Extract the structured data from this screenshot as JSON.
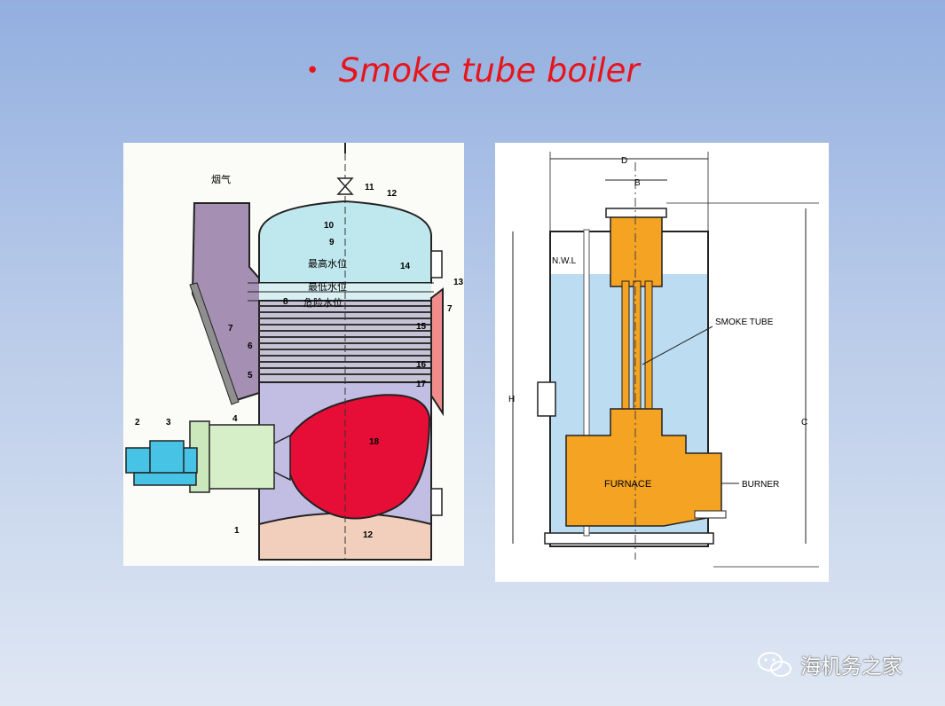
{
  "slide": {
    "bullet": "•",
    "title": "Smoke tube boiler"
  },
  "left_diagram": {
    "label_smoke": "烟气",
    "label_high_water": "最高水位",
    "label_low_water": "最低水位",
    "label_danger_water": "危险水位",
    "numbers": [
      "1",
      "2",
      "3",
      "4",
      "5",
      "6",
      "7",
      "7",
      "8",
      "9",
      "10",
      "11",
      "12",
      "12",
      "13",
      "14",
      "15",
      "16",
      "17",
      "18"
    ]
  },
  "right_diagram": {
    "dim_d": "D",
    "dim_b": "B",
    "dim_h": "H",
    "dim_c": "C",
    "label_nwl": "N.W.L",
    "label_smoke_tube": "SMOKE TUBE",
    "label_furnace": "FURNACE",
    "label_burner": "BURNER"
  },
  "watermark": {
    "text": "海机务之家"
  },
  "colors": {
    "title": "#e8141b",
    "water": "#bcdcf2",
    "furnace": "#f4a323",
    "flame": "#e60e36"
  }
}
